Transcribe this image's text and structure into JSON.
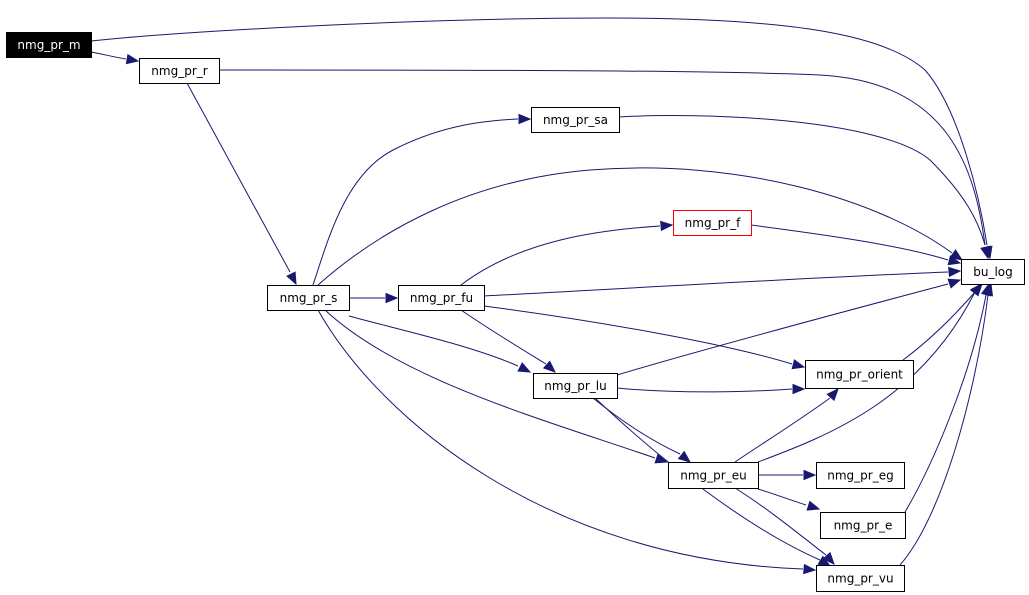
{
  "colors": {
    "edge": "#191970",
    "node_border": "#000000",
    "node_fill": "#ffffff",
    "highlight_fill": "#000000",
    "highlight_text": "#ffffff",
    "truncated_border": "#ff0000",
    "text": "#000000",
    "background": "#ffffff"
  },
  "nodes": [
    {
      "id": "m",
      "label": "nmg_pr_m",
      "style": "highlight"
    },
    {
      "id": "r",
      "label": "nmg_pr_r",
      "style": "normal"
    },
    {
      "id": "sa",
      "label": "nmg_pr_sa",
      "style": "normal"
    },
    {
      "id": "f",
      "label": "nmg_pr_f",
      "style": "truncated"
    },
    {
      "id": "bu",
      "label": "bu_log",
      "style": "normal"
    },
    {
      "id": "s",
      "label": "nmg_pr_s",
      "style": "normal"
    },
    {
      "id": "fu",
      "label": "nmg_pr_fu",
      "style": "normal"
    },
    {
      "id": "lu",
      "label": "nmg_pr_lu",
      "style": "normal"
    },
    {
      "id": "orient",
      "label": "nmg_pr_orient",
      "style": "normal"
    },
    {
      "id": "eu",
      "label": "nmg_pr_eu",
      "style": "normal"
    },
    {
      "id": "eg",
      "label": "nmg_pr_eg",
      "style": "normal"
    },
    {
      "id": "e",
      "label": "nmg_pr_e",
      "style": "normal"
    },
    {
      "id": "vu",
      "label": "nmg_pr_vu",
      "style": "normal"
    }
  ],
  "edges": [
    {
      "from": "m",
      "to": "r"
    },
    {
      "from": "m",
      "to": "bu"
    },
    {
      "from": "r",
      "to": "bu"
    },
    {
      "from": "r",
      "to": "s"
    },
    {
      "from": "sa",
      "to": "bu"
    },
    {
      "from": "s",
      "to": "sa"
    },
    {
      "from": "s",
      "to": "bu"
    },
    {
      "from": "s",
      "to": "fu"
    },
    {
      "from": "s",
      "to": "lu"
    },
    {
      "from": "s",
      "to": "eu"
    },
    {
      "from": "s",
      "to": "vu"
    },
    {
      "from": "f",
      "to": "bu"
    },
    {
      "from": "fu",
      "to": "f"
    },
    {
      "from": "fu",
      "to": "bu"
    },
    {
      "from": "fu",
      "to": "lu"
    },
    {
      "from": "fu",
      "to": "orient"
    },
    {
      "from": "lu",
      "to": "bu"
    },
    {
      "from": "lu",
      "to": "orient"
    },
    {
      "from": "lu",
      "to": "eu"
    },
    {
      "from": "lu",
      "to": "vu"
    },
    {
      "from": "orient",
      "to": "bu"
    },
    {
      "from": "eu",
      "to": "orient"
    },
    {
      "from": "eu",
      "to": "bu"
    },
    {
      "from": "eu",
      "to": "eg"
    },
    {
      "from": "eu",
      "to": "e"
    },
    {
      "from": "eu",
      "to": "vu"
    },
    {
      "from": "e",
      "to": "bu"
    },
    {
      "from": "vu",
      "to": "bu"
    }
  ]
}
